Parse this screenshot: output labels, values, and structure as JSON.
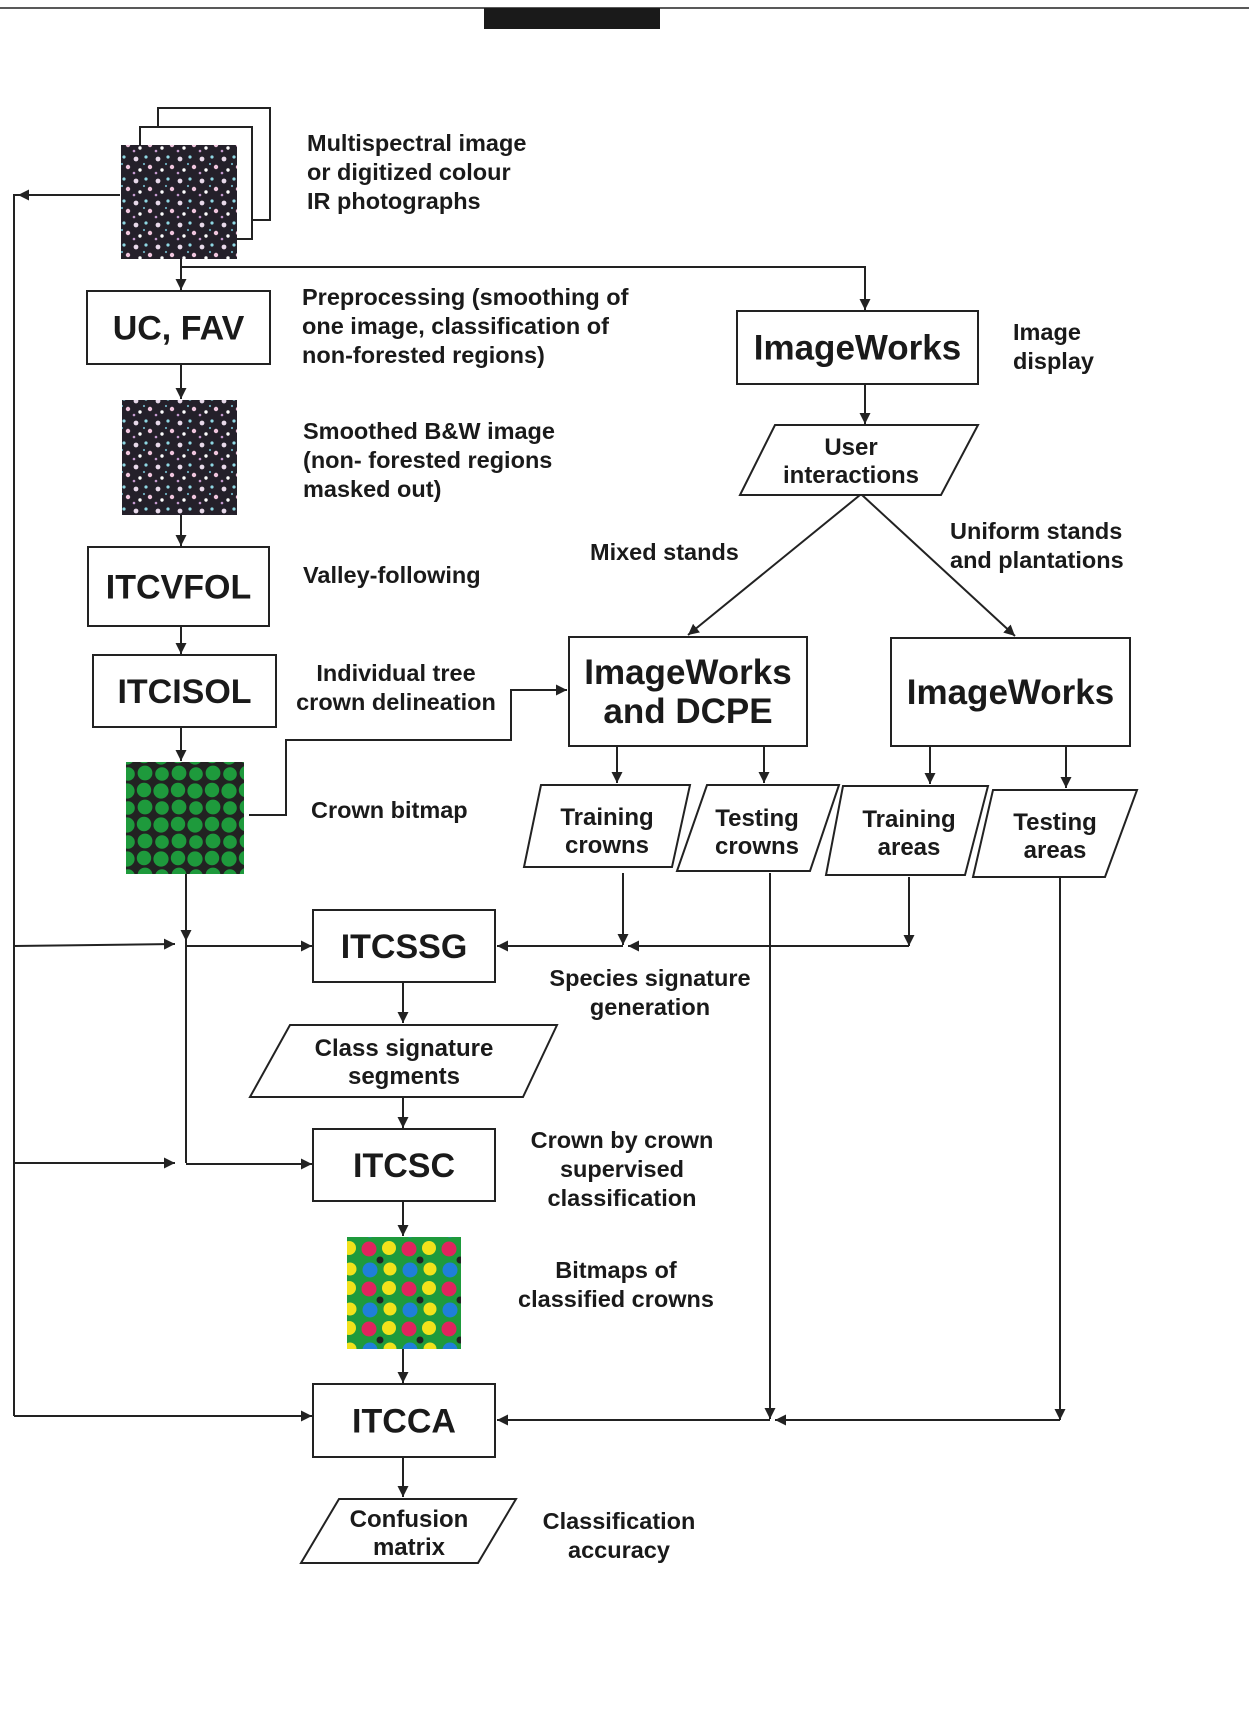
{
  "nodes": {
    "uc_fav": "UC, FAV",
    "itcvfol": "ITCVFOL",
    "itcisol": "ITCISOL",
    "imageworks_top": "ImageWorks",
    "imageworks_dcpe": [
      "ImageWorks",
      "and DCPE"
    ],
    "imageworks_right": "ImageWorks",
    "itcssg": "ITCSSG",
    "itcsc": "ITCSC",
    "itcca": "ITCCA",
    "user_interactions": [
      "User",
      "interactions"
    ],
    "training_crowns": [
      "Training",
      "crowns"
    ],
    "testing_crowns": [
      "Testing",
      "crowns"
    ],
    "training_areas": [
      "Training",
      "areas"
    ],
    "testing_areas": [
      "Testing",
      "areas"
    ],
    "class_signature": [
      "Class signature",
      "segments"
    ],
    "confusion_matrix": [
      "Confusion",
      "matrix"
    ]
  },
  "notes": {
    "multispectral": [
      "Multispectral image",
      "or digitized colour",
      "IR photographs"
    ],
    "preprocessing": [
      "Preprocessing (smoothing of",
      "one image, classification of",
      "non-forested regions)"
    ],
    "image_display": [
      "Image",
      "display"
    ],
    "smoothed": [
      "Smoothed B&W image",
      "(non- forested regions",
      "masked out)"
    ],
    "valley": "Valley-following",
    "mixed": "Mixed stands",
    "uniform": [
      "Uniform stands",
      "and plantations"
    ],
    "delineation": [
      "Individual tree",
      "crown delineation"
    ],
    "crown_bitmap": "Crown bitmap",
    "species_sig": [
      "Species signature",
      "generation"
    ],
    "crown_by_crown": [
      "Crown by crown",
      "supervised",
      "classification"
    ],
    "bitmaps_classified": [
      "Bitmaps of",
      "classified crowns"
    ],
    "accuracy": [
      "Classification",
      "accuracy"
    ]
  },
  "images": {
    "multispectral": "multispectral-image-thumbnail",
    "smoothed": "smoothed-image-thumbnail",
    "crown_bitmap": "crown-bitmap-thumbnail",
    "classified": "classified-crowns-thumbnail"
  },
  "colors": {
    "line": "#222222",
    "crown_green": "#1e9a3c",
    "crown_bg": "#222222",
    "class_red": "#e0245e",
    "class_yellow": "#f2e21b",
    "class_blue": "#1f7fd9",
    "class_green": "#1e9a3c"
  }
}
